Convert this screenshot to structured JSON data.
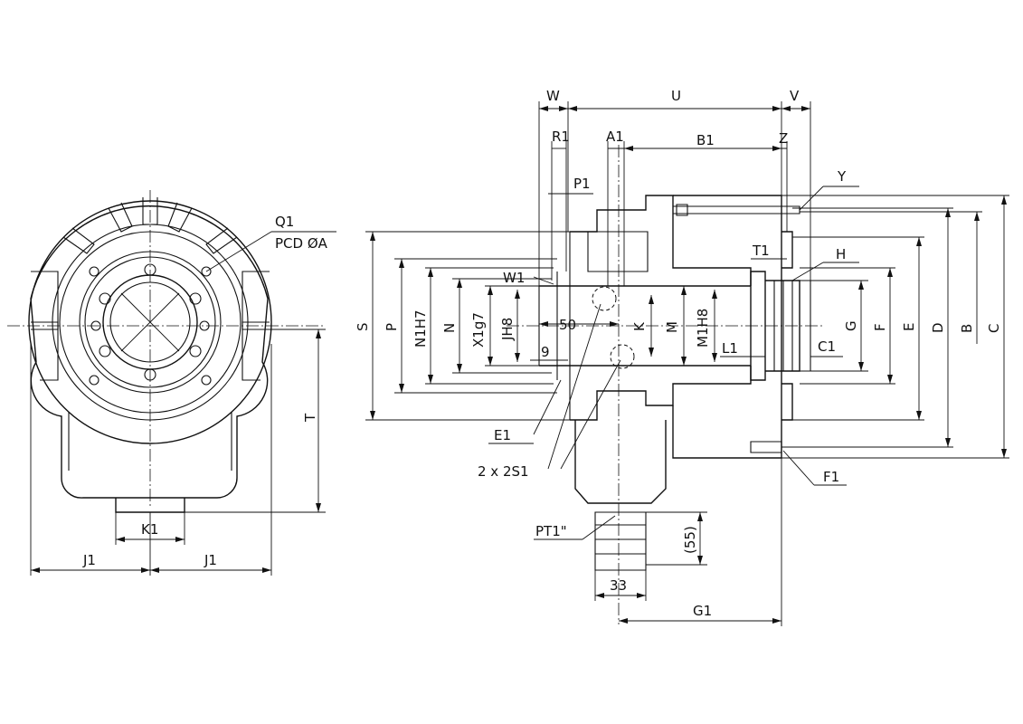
{
  "labels": {
    "W": "W",
    "U": "U",
    "V": "V",
    "R1": "R1",
    "A1": "A1",
    "B1": "B1",
    "Z": "Z",
    "P1": "P1",
    "Y": "Y",
    "Q1": "Q1",
    "PCD": "PCD ØA",
    "T1": "T1",
    "H": "H",
    "W1": "W1",
    "S": "S",
    "P": "P",
    "N1H7": "N1H7",
    "N": "N",
    "X1g7": "X1g7",
    "JH8": "JH8",
    "fifty": "50",
    "K": "K",
    "M": "M",
    "M1H8": "M1H8",
    "L1": "L1",
    "C1": "C1",
    "G": "G",
    "F": "F",
    "E": "E",
    "D": "D",
    "B": "B",
    "C": "C",
    "nine": "9",
    "E1": "E1",
    "S1": "2 x 2S1",
    "F1": "F1",
    "PT1": "PT1\"",
    "fiftyfive": "(55)",
    "thirtythree": "33",
    "G1": "G1",
    "T": "T",
    "K1": "K1",
    "J1a": "J1",
    "J1b": "J1"
  }
}
